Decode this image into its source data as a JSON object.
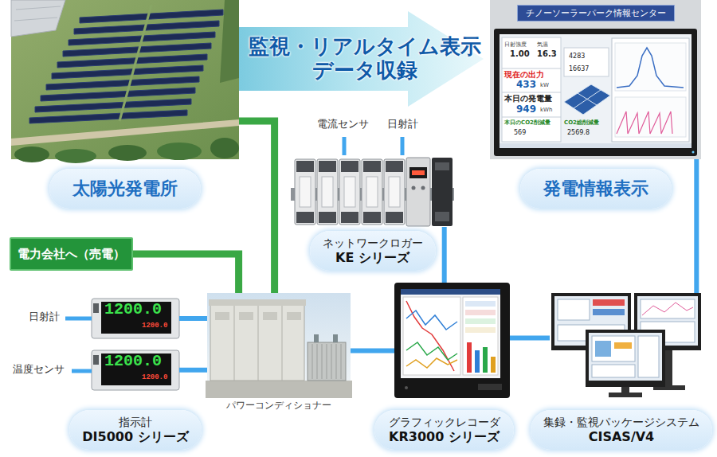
{
  "diagram": {
    "nodes": [
      {
        "text": [
          "太陽光発電所"
        ]
      },
      {
        "text": [
          "発電情報表示"
        ]
      },
      {
        "text": [
          "チノーソーラーパーク情報センター"
        ],
        "in": 1
      },
      {
        "text": [
          "電力会社へ（売電）"
        ]
      },
      {
        "text": [
          "ネットワークロガー",
          "KE シリーズ"
        ]
      },
      {
        "text": [
          "指示計",
          "DI5000 シリーズ"
        ]
      },
      {
        "text": [
          "パワーコンディショナー"
        ]
      },
      {
        "text": [
          "グラフィックレコーダ",
          "KR3000 シリーズ"
        ]
      },
      {
        "text": [
          "集録・監視パッケージシステム",
          "CISAS/V4"
        ]
      }
    ],
    "edges": [
      {
        "from": 0,
        "to": 1,
        "arrow": "to",
        "label": "監視・リアルタイム表示 データ収録"
      },
      {
        "from": 0,
        "to": 6,
        "arrow": "none"
      },
      {
        "from": 3,
        "to": 6,
        "arrow": "none"
      },
      {
        "from": 4,
        "to": 7,
        "arrow": "none"
      },
      {
        "from": 5,
        "to": 6,
        "arrow": "none"
      },
      {
        "from": 5,
        "to": 6,
        "arrow": "none"
      },
      {
        "from": 6,
        "to": 7,
        "arrow": "none"
      },
      {
        "from": 7,
        "to": 8,
        "arrow": "none"
      },
      {
        "from": 8,
        "to": 1,
        "arrow": "none"
      }
    ],
    "labels": [
      "電流センサ",
      "日射計",
      "日射計",
      "温度センサ",
      "日射強度",
      "1.00",
      "気温",
      "16.3",
      "現在の出力",
      "433",
      "kW",
      "本日の発電量",
      "949",
      "kWh",
      "本日のCO2削減量",
      "569",
      "CO2総削減量",
      "2569.8",
      "4283",
      "16637",
      "1200.0",
      "1200.0",
      "1200.0",
      "1200.0"
    ]
  }
}
